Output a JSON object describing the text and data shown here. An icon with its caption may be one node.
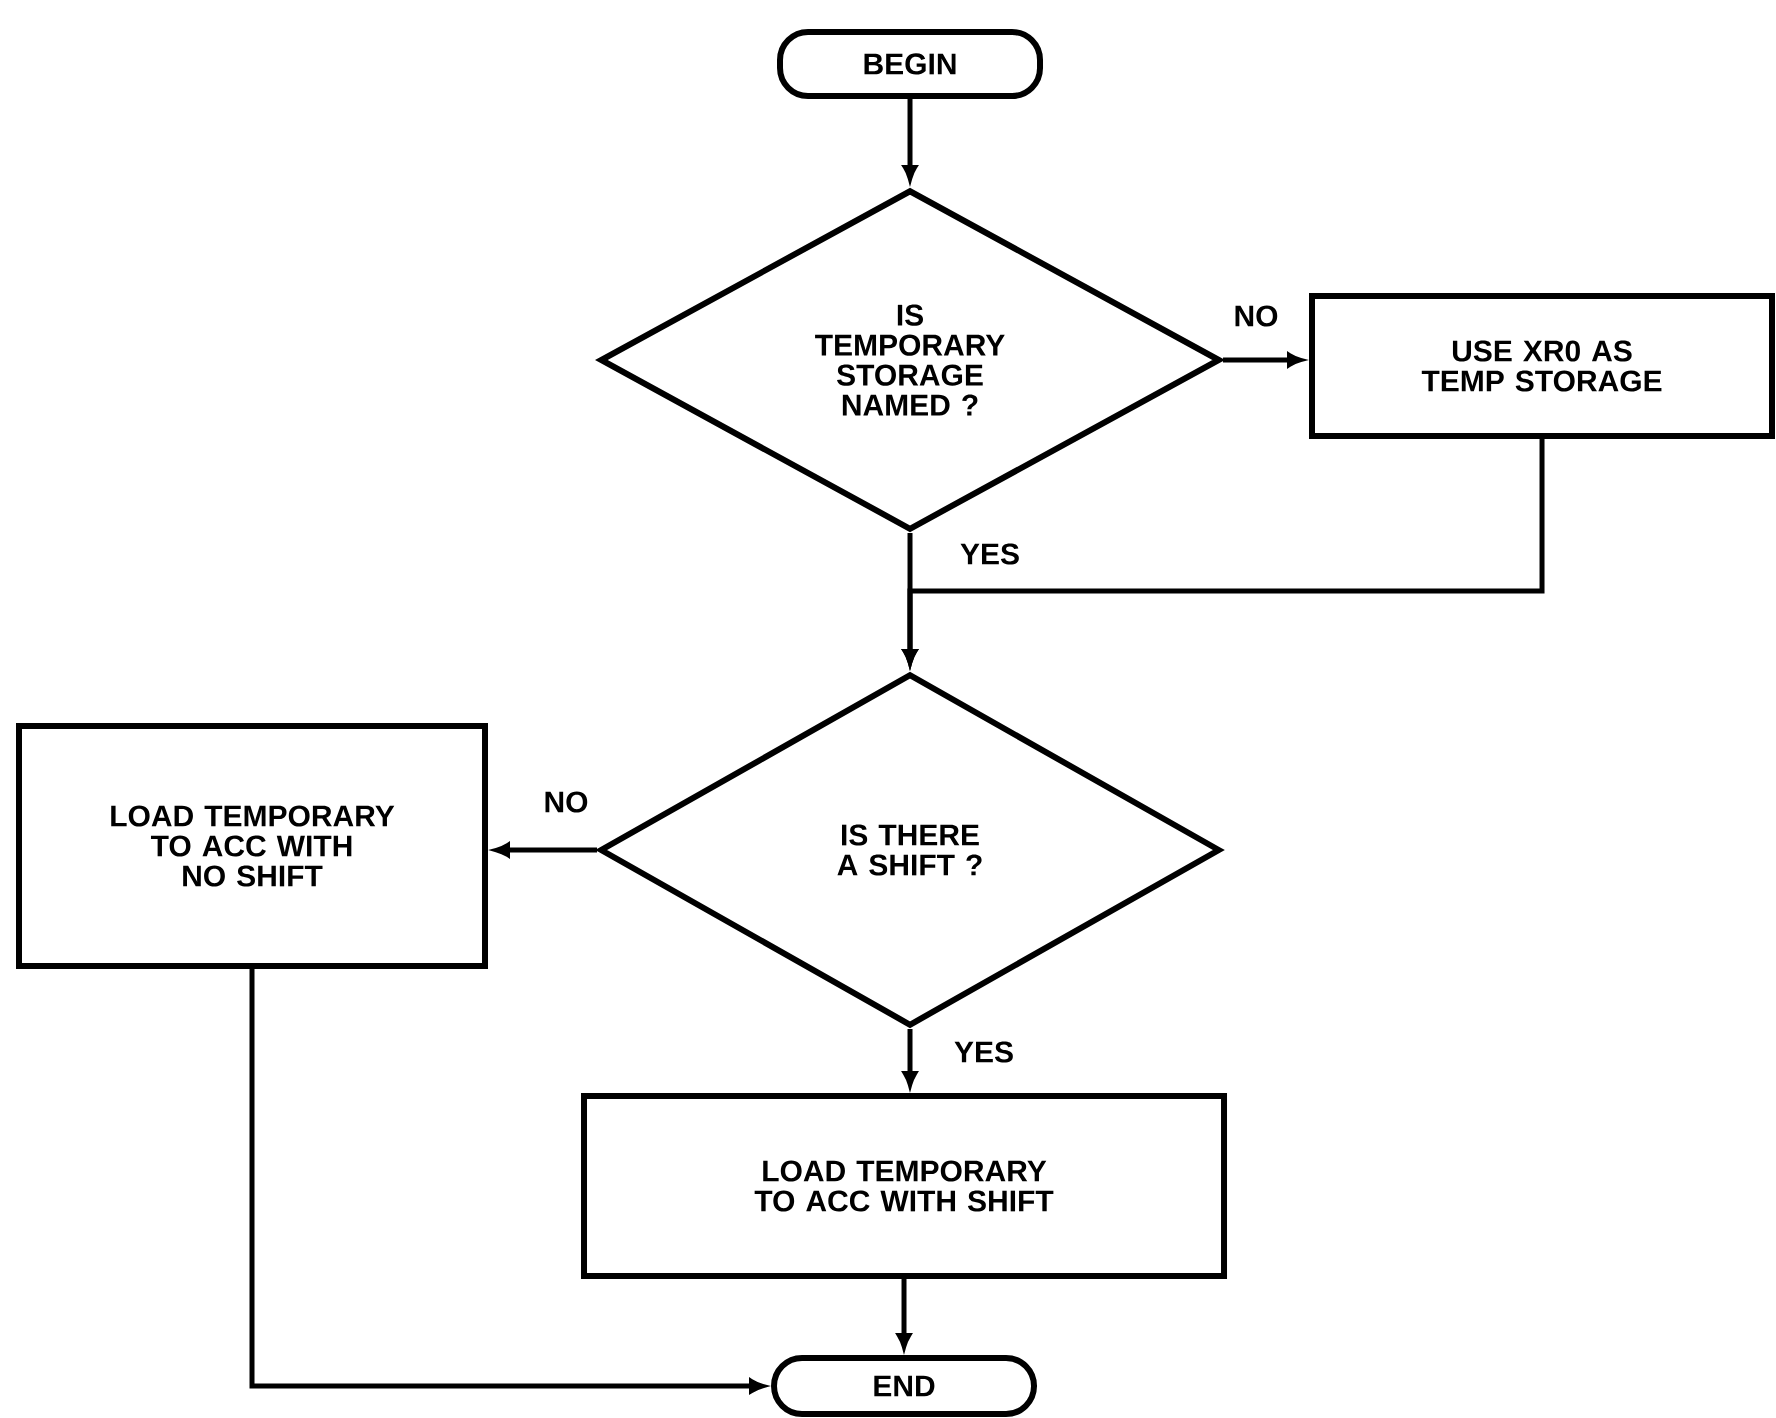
{
  "diagram": {
    "nodes": [
      {
        "text": [
          "BEGIN"
        ]
      },
      {
        "text": [
          "IS TEMPORARY STORAGE NAMED ?"
        ]
      },
      {
        "text": [
          "USE XR0 AS TEMP STORAGE"
        ]
      },
      {
        "text": [
          "IS THERE A SHIFT ?"
        ]
      },
      {
        "text": [
          "LOAD TEMPORARY TO ACC WITH NO SHIFT"
        ]
      },
      {
        "text": [
          "LOAD TEMPORARY TO ACC WITH SHIFT"
        ]
      },
      {
        "text": [
          "END"
        ]
      }
    ],
    "edges": [
      {
        "from": 0,
        "to": 1,
        "arrow": "to"
      },
      {
        "from": 1,
        "to": 2,
        "arrow": "to",
        "label": "NO"
      },
      {
        "from": 1,
        "to": 3,
        "arrow": "to",
        "label": "YES"
      },
      {
        "from": 2,
        "to": 3,
        "arrow": "to"
      },
      {
        "from": 3,
        "to": 4,
        "arrow": "to",
        "label": "NO"
      },
      {
        "from": 3,
        "to": 5,
        "arrow": "to",
        "label": "YES"
      },
      {
        "from": 5,
        "to": 6,
        "arrow": "to"
      },
      {
        "from": 4,
        "to": 6,
        "arrow": "to"
      }
    ]
  }
}
